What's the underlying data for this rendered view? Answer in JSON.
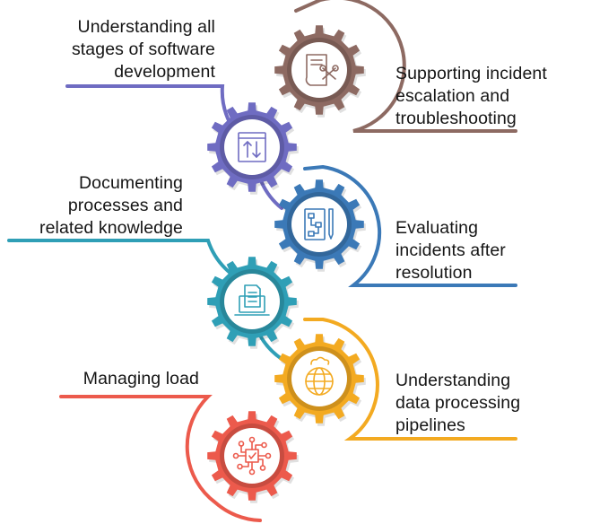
{
  "steps": [
    {
      "text": "Understanding all\nstages of software\ndevelopment",
      "color": "#6f6cc2",
      "icon": "arrows-updown-icon"
    },
    {
      "text": "Supporting incident\nescalation and\ntroubleshooting",
      "color": "#8d6a62",
      "icon": "tools-document-icon"
    },
    {
      "text": "Documenting\nprocesses and\nrelated knowledge",
      "color": "#2f9fb6",
      "icon": "laptop-document-icon"
    },
    {
      "text": "Evaluating\nincidents after\nresolution",
      "color": "#3b79b7",
      "icon": "flowchart-pencil-icon"
    },
    {
      "text": "Managing load",
      "color": "#ec5a4c",
      "icon": "network-chip-icon"
    },
    {
      "text": "Understanding\ndata processing\npipelines",
      "color": "#f3aa21",
      "icon": "globe-cloud-icon"
    }
  ]
}
